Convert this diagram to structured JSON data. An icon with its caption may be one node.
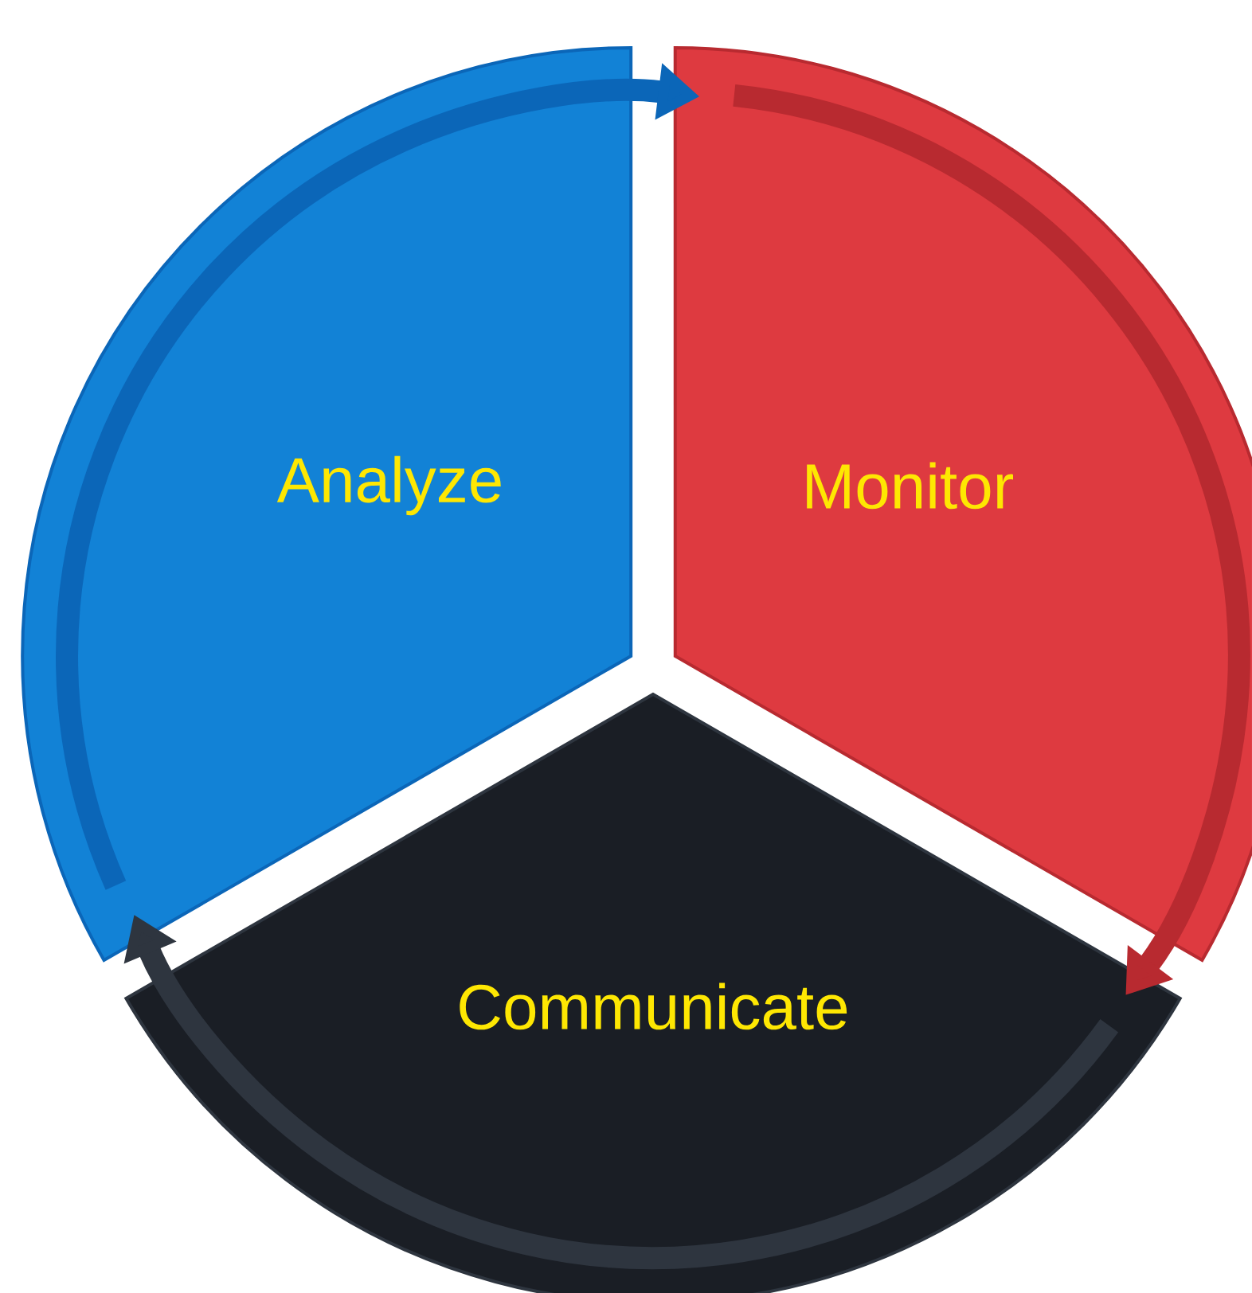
{
  "diagram": {
    "nodes": [
      {
        "text": [
          "Analyze"
        ]
      },
      {
        "text": [
          "Monitor"
        ]
      },
      {
        "text": [
          "Communicate"
        ]
      }
    ],
    "edges": [
      {
        "from": 0,
        "to": 1,
        "arrow": "to",
        "color": "#0b66b8"
      },
      {
        "from": 1,
        "to": 2,
        "arrow": "to",
        "color": "#b82a30"
      },
      {
        "from": 2,
        "to": 0,
        "arrow": "to",
        "color": "#2e353f"
      }
    ]
  }
}
